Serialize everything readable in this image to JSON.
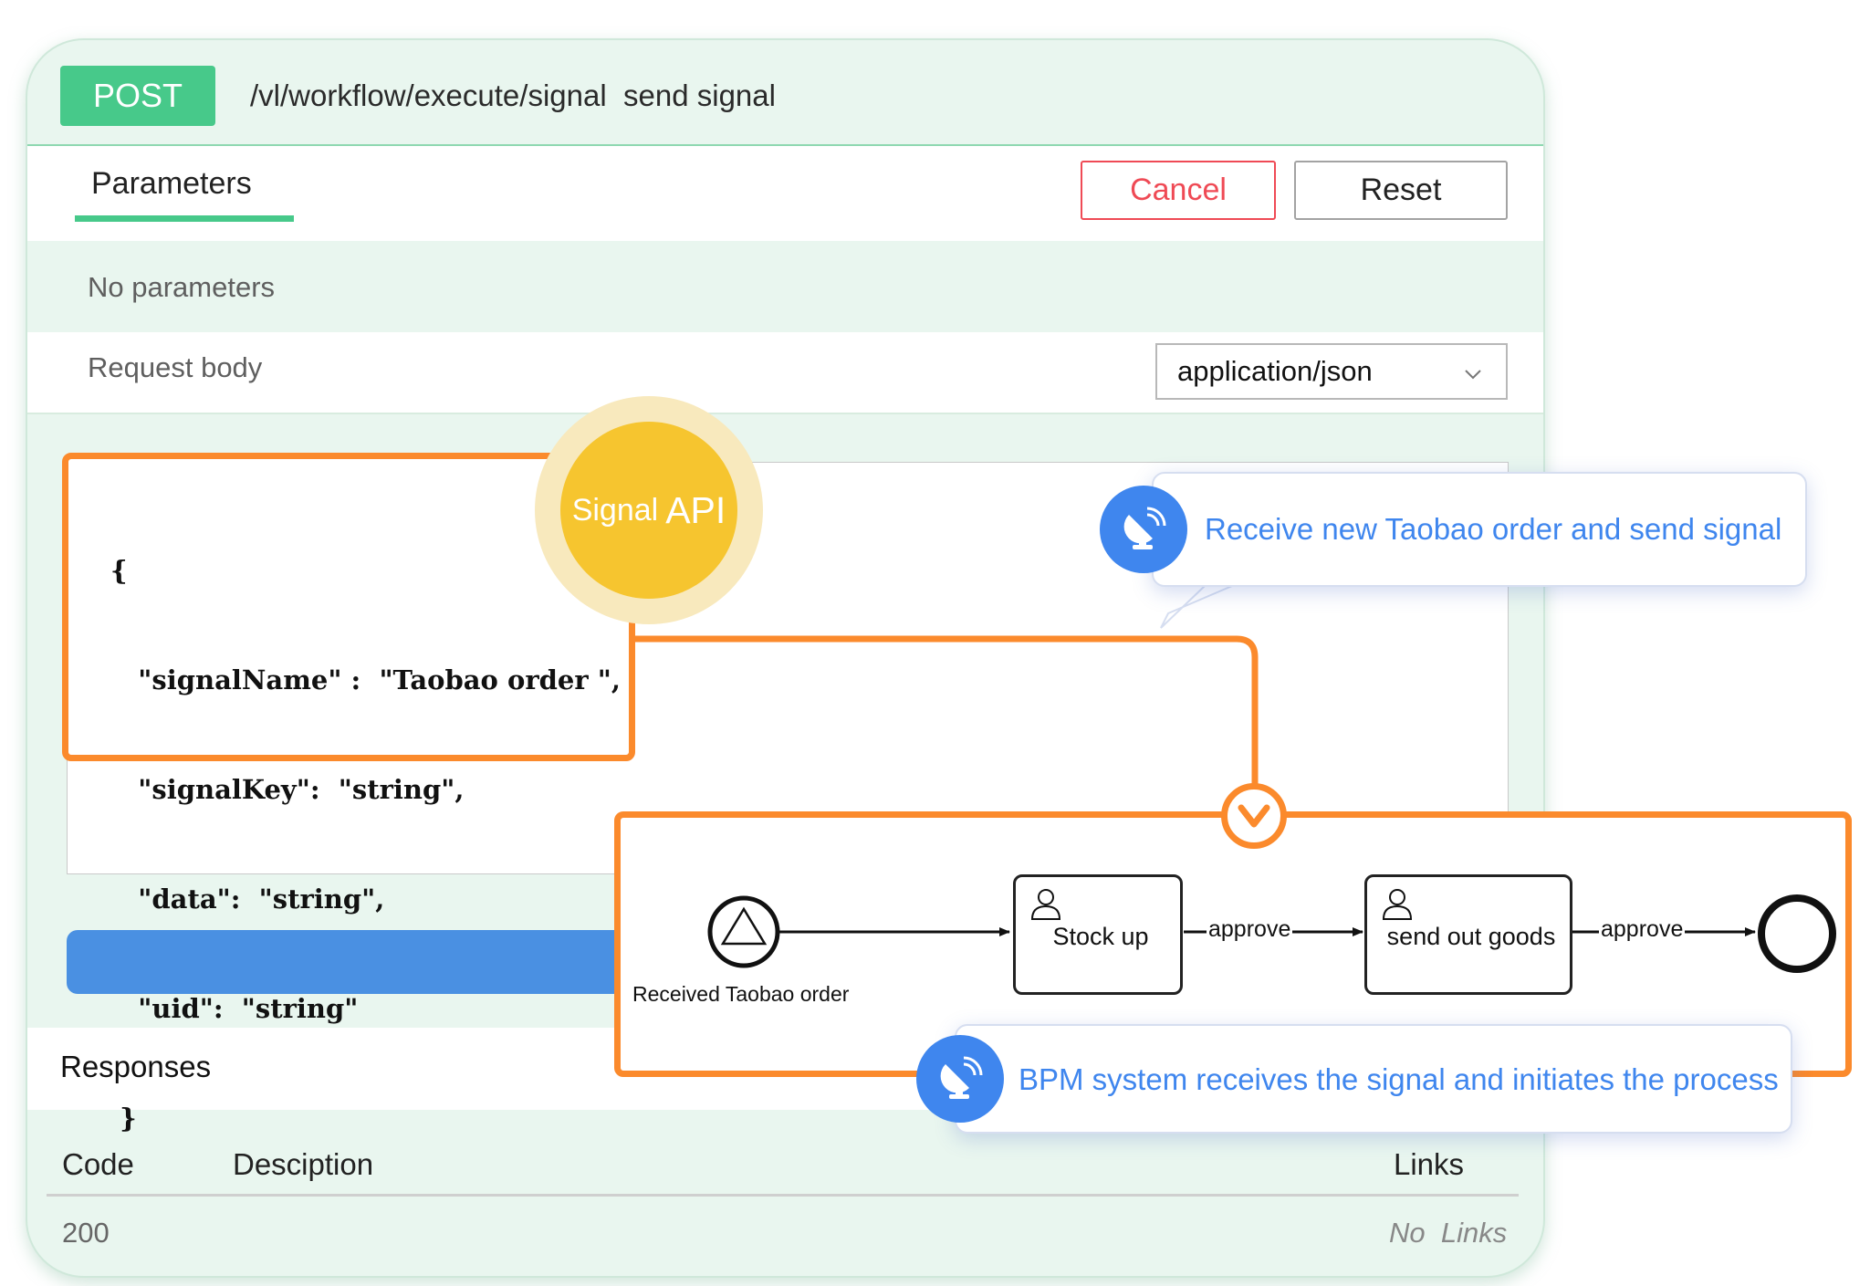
{
  "endpoint": {
    "method": "POST",
    "path": "/vl/workflow/execute/signal  send signal"
  },
  "tabs": {
    "parameters": "Parameters"
  },
  "actions": {
    "cancel": "Cancel",
    "reset": "Reset"
  },
  "parameters": {
    "empty": "No parameters"
  },
  "request_body": {
    "label": "Request body",
    "content_type": "application/json"
  },
  "code_lines": [
    "{",
    "   \"signalName\" :  \"Taobao order \",",
    "   \"signalKey\":  \"string\",",
    "   \"data\":  \"string\",",
    "   \"uid\":  \"string\"",
    " }"
  ],
  "badge": {
    "word1": "Signal",
    "word2": "API"
  },
  "callouts": {
    "top": "Receive new Taobao order and send signal",
    "bottom": "BPM system receives the signal and initiates the process"
  },
  "process": {
    "start_label": "Received Taobao order",
    "task1": "Stock up",
    "task2": "send out goods",
    "flow1": "approve",
    "flow2": "approve"
  },
  "responses": {
    "title": "Responses",
    "columns": {
      "code": "Code",
      "description": "Desciption",
      "links": "Links"
    },
    "rows": [
      {
        "code": "200",
        "links": "No  Links"
      }
    ]
  },
  "colors": {
    "accent_green": "#47c98a",
    "orange": "#fb8a2c",
    "blue": "#3f86ee",
    "cancel_red": "#ef4a55",
    "badge_yellow": "#f6c52f"
  }
}
